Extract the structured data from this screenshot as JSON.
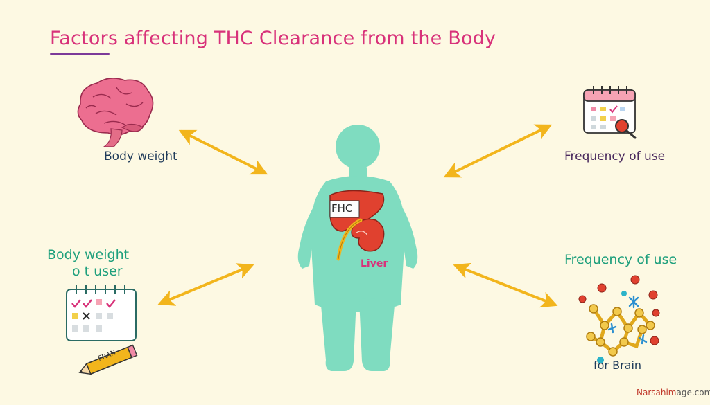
{
  "title": "Factors affecting THC Clearance from the Body",
  "labels": {
    "top_left": "Body weight",
    "top_right": "Frequency of use",
    "bottom_left_line1": "Body weight",
    "bottom_left_line2": "o t user",
    "bottom_right": "Frequency of use",
    "brain_network": "for Brain",
    "organ_tag": "FHC",
    "liver": "Liver",
    "pencil_text": "FRAN"
  },
  "watermark": {
    "part1": "Narsahim",
    "part2": "age.com"
  },
  "colors": {
    "background": "#fdf9e3",
    "title": "#d8327a",
    "body": "#7fdcc0",
    "arrow": "#f2b51c",
    "liver": "#e0412f",
    "brain": "#ec6e90",
    "accent_green": "#1fa07d"
  },
  "icons": [
    "brain-icon",
    "calendar-icon",
    "magnifier-icon",
    "checklist-calendar-icon",
    "pencil-icon",
    "molecule-network-icon",
    "human-body-icon",
    "liver-icon",
    "kidney-icon"
  ]
}
